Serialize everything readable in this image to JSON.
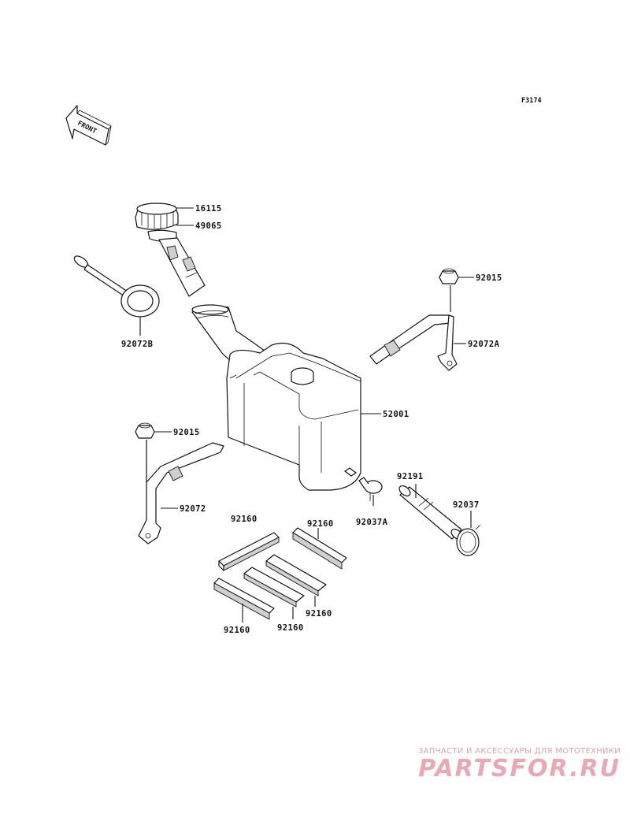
{
  "figure_id": "F3174",
  "front_label": "FRONT",
  "parts": {
    "cap": "16115",
    "filter": "49065",
    "strap_b": "92072B",
    "nut_right": "92015",
    "band_a": "92072A",
    "tank": "52001",
    "nut_left": "92015",
    "band": "92072",
    "hose": "92191",
    "clamp_a": "92037A",
    "clamp": "92037",
    "pad_1": "92160",
    "pad_2": "92160",
    "pad_3": "92160",
    "pad_4": "92160",
    "pad_5": "92160"
  },
  "watermark": {
    "caption": "ЗАПЧАСТИ И АКСЕССУАРЫ ДЛЯ МОТОТЕХНИКИ",
    "logo": "PARTSFOR.RU"
  }
}
